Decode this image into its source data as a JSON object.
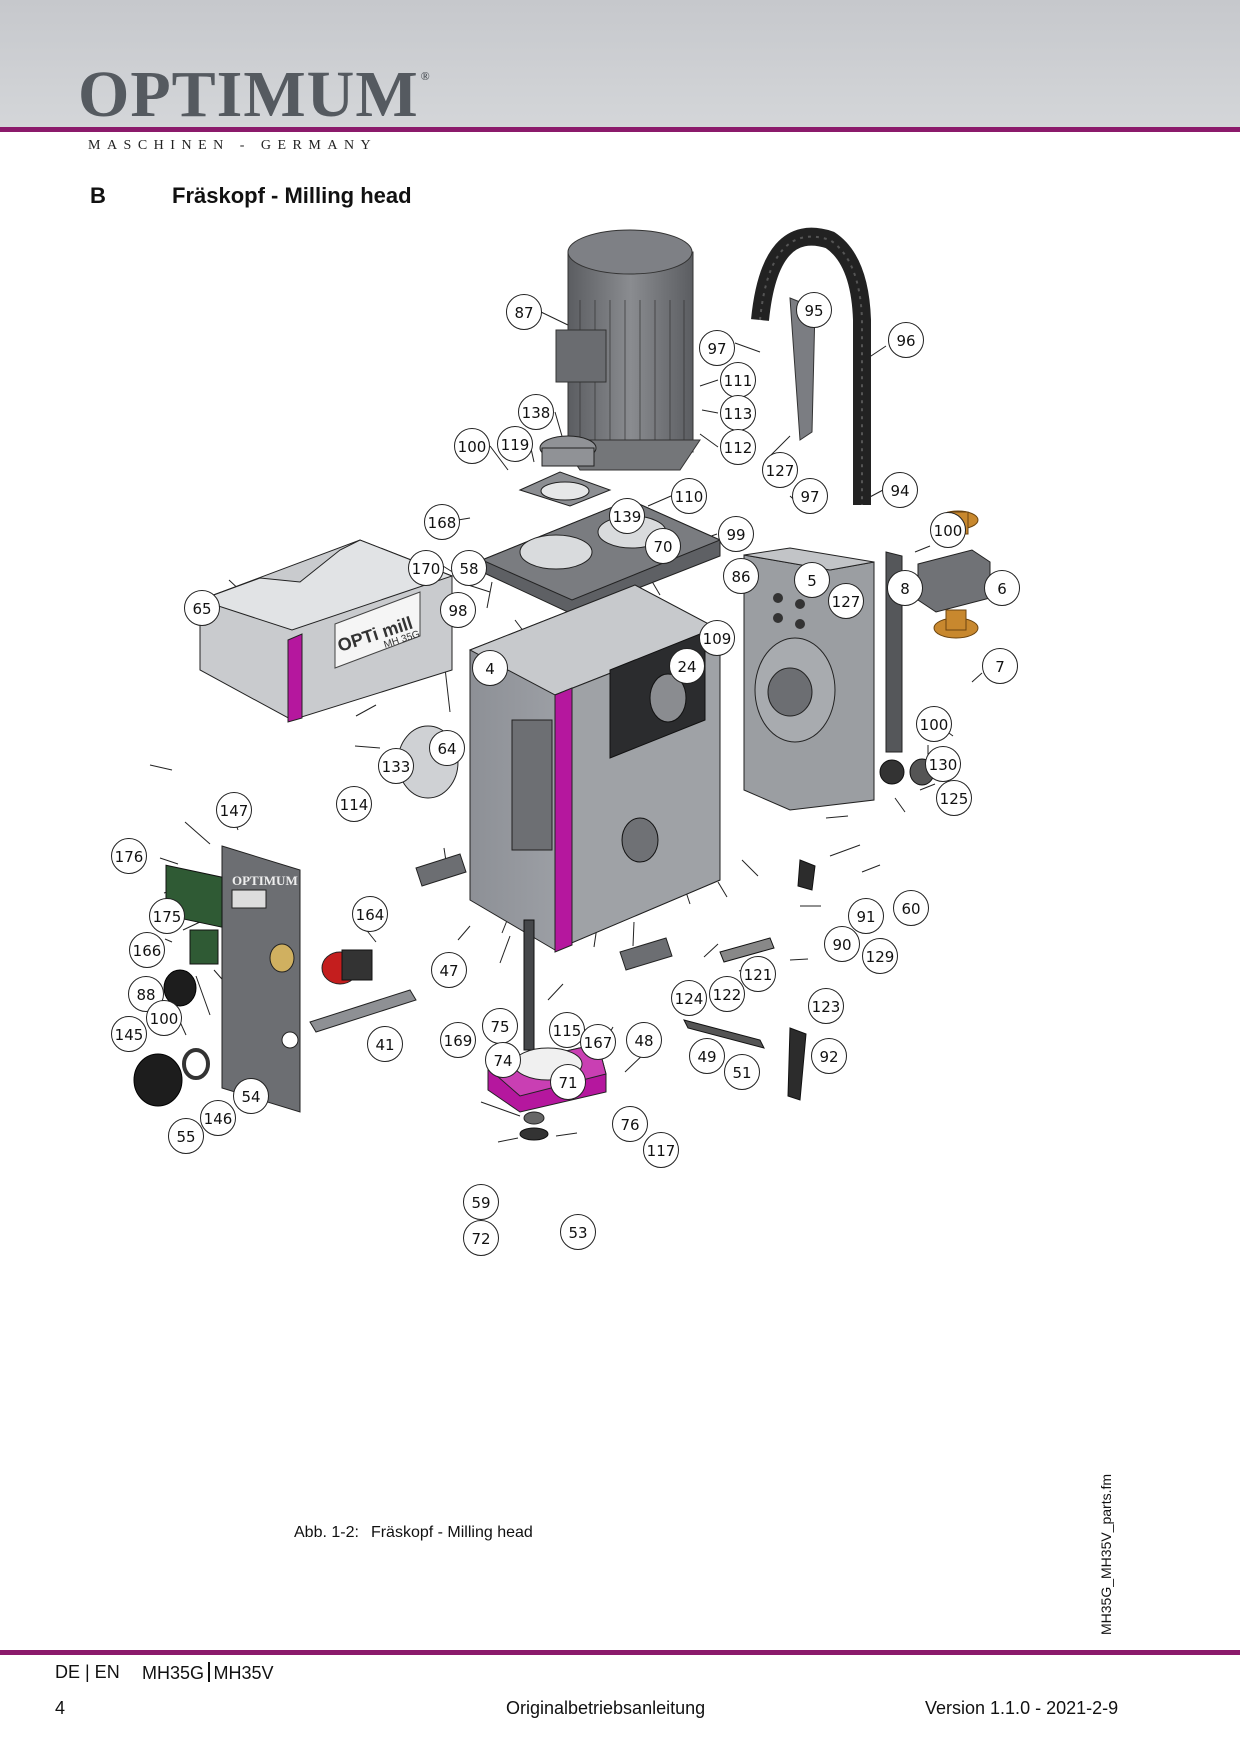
{
  "header": {
    "logo": "OPTIMUM",
    "logo_registered": "®",
    "tagline": "MASCHINEN - GERMANY"
  },
  "section": {
    "letter": "B",
    "title": "Fräskopf - Milling head"
  },
  "diagram": {
    "panel_logo": "OPTIMUM",
    "cover_brand": "OPTi mill",
    "cover_model": "MH 35G",
    "callouts": [
      "87",
      "95",
      "96",
      "97",
      "111",
      "113",
      "112",
      "127",
      "138",
      "100",
      "119",
      "168",
      "139",
      "110",
      "70",
      "99",
      "97",
      "94",
      "100",
      "8",
      "6",
      "170",
      "58",
      "86",
      "5",
      "127",
      "98",
      "65",
      "109",
      "24",
      "4",
      "7",
      "100",
      "64",
      "133",
      "130",
      "125",
      "147",
      "114",
      "176",
      "60",
      "91",
      "175",
      "164",
      "166",
      "90",
      "129",
      "88",
      "47",
      "121",
      "122",
      "124",
      "123",
      "100",
      "145",
      "169",
      "75",
      "115",
      "167",
      "48",
      "41",
      "49",
      "92",
      "51",
      "74",
      "71",
      "54",
      "146",
      "55",
      "76",
      "117",
      "59",
      "53",
      "72"
    ],
    "colors": {
      "accent_magenta": "#b5179e",
      "brand_purple": "#8b1a6b",
      "bronze": "#c8882e"
    }
  },
  "caption": {
    "ref": "Abb. 1-2:",
    "text": "Fräskopf - Milling head"
  },
  "side_file": "MH35G_MH35V_parts.fm",
  "footer": {
    "lang": "DE | EN",
    "model_a": "MH35G",
    "model_b": "MH35V",
    "page": "4",
    "doc": "Originalbetriebsanleitung",
    "version": "Version 1.1.0 - 2021-2-9"
  }
}
